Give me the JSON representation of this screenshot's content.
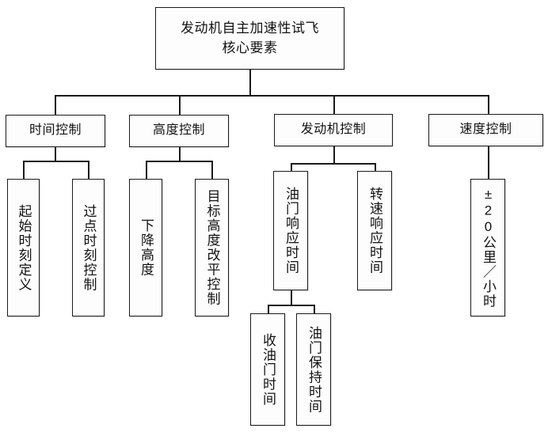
{
  "diagram": {
    "type": "tree-flowchart",
    "orientation": "top-down",
    "title": "发动机自主加速性试飞核心要素",
    "root": {
      "label": "发动机自主加速性试飞\n核心要素",
      "line1": "发动机自主加速性试飞",
      "line2": "核心要素"
    },
    "level2": [
      {
        "id": "time-control",
        "label": "时间控制"
      },
      {
        "id": "altitude-control",
        "label": "高度控制"
      },
      {
        "id": "engine-control",
        "label": "发动机控制"
      },
      {
        "id": "speed-control",
        "label": "速度控制"
      }
    ],
    "level3": [
      {
        "id": "start-moment-definition",
        "parent": "time-control",
        "label": "起始时刻定义"
      },
      {
        "id": "waypoint-moment-control",
        "parent": "time-control",
        "label": "过点时刻控制"
      },
      {
        "id": "descent-altitude",
        "parent": "altitude-control",
        "label": "下降高度"
      },
      {
        "id": "target-altitude-level-off-control",
        "parent": "altitude-control",
        "label": "目标高度改平控制"
      },
      {
        "id": "throttle-response-time",
        "parent": "engine-control",
        "label": "油门响应时间"
      },
      {
        "id": "rotor-speed-response-time",
        "parent": "engine-control",
        "label": "转速响应时间"
      },
      {
        "id": "speed-tolerance",
        "parent": "speed-control",
        "label": "±20公里／小时"
      }
    ],
    "level4": [
      {
        "id": "throttle-retard-time",
        "parent": "throttle-response-time",
        "label": "收油门时间"
      },
      {
        "id": "throttle-hold-time",
        "parent": "throttle-response-time",
        "label": "油门保持时间"
      }
    ],
    "colors": {
      "stroke": "#1b1b1b",
      "fill": "#fdfdfd",
      "text": "#121212",
      "background": "#ffffff"
    }
  }
}
